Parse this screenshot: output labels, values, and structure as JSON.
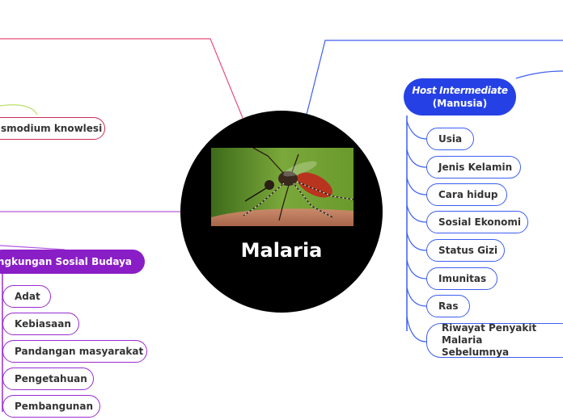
{
  "central_topic": "Malaria",
  "photo_subject": "mosquito-on-skin",
  "branches": {
    "plasmodium": {
      "label": "smodium knowlesi",
      "color": "#cc2b55"
    },
    "host": {
      "label_line1": "Host Intermediate",
      "label_line2": "(Manusia)",
      "color": "#2541e6",
      "children": [
        "Usia",
        "Jenis Kelamin",
        "Cara hidup",
        "Sosial Ekonomi",
        "Status Gizi",
        "Imunitas",
        "Ras"
      ],
      "last_child_line1": "Riwayat Penyakit Malaria",
      "last_child_line2": "Sebelumnya"
    },
    "lingkungan": {
      "label": "Lingkungan Sosial Budaya",
      "color": "#8a1ec6",
      "children": [
        "Adat",
        "Kebiasaan",
        "Pandangan masyarakat",
        "Pengetahuan",
        "Pembangunan"
      ]
    }
  },
  "connector_colors": {
    "red": "#e84d7c",
    "blue": "#3d5ef0",
    "purple": "#b45ae0",
    "green": "#bde06a"
  }
}
